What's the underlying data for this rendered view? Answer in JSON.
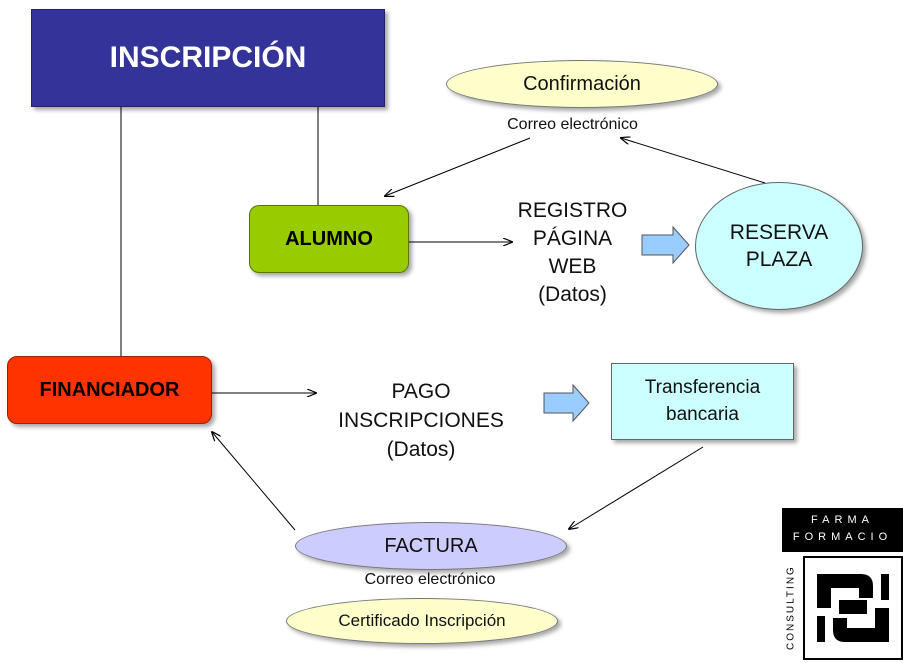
{
  "diagram": {
    "title": "INSCRIPCIÓN",
    "nodes": {
      "alumno": "ALUMNO",
      "financiador": "FINANCIADOR",
      "confirmacion": "Confirmación",
      "reserva_line1": "RESERVA",
      "reserva_line2": "PLAZA",
      "transferencia_line1": "Transferencia",
      "transferencia_line2": "bancaria",
      "factura": "FACTURA",
      "certificado": "Certificado Inscripción"
    },
    "labels": {
      "correo_top": "Correo electrónico",
      "correo_bottom": "Correo electrónico",
      "registro_line1": "REGISTRO",
      "registro_line2": "PÁGINA",
      "registro_line3": "WEB",
      "registro_line4": "(Datos)",
      "pago_line1": "PAGO",
      "pago_line2": "INSCRIPCIONES",
      "pago_line3": "(Datos)"
    },
    "colors": {
      "title": "#333399",
      "alumno": "#99cc00",
      "financiador": "#ff3300",
      "confirmacion": "#ffffcc",
      "reserva": "#ccffff",
      "transferencia": "#ccffff",
      "factura": "#ccccff",
      "certificado": "#ffffcc"
    }
  },
  "logo": {
    "line1": "FARMA",
    "line2": "FORMACIO",
    "side": "CONSULTING"
  }
}
